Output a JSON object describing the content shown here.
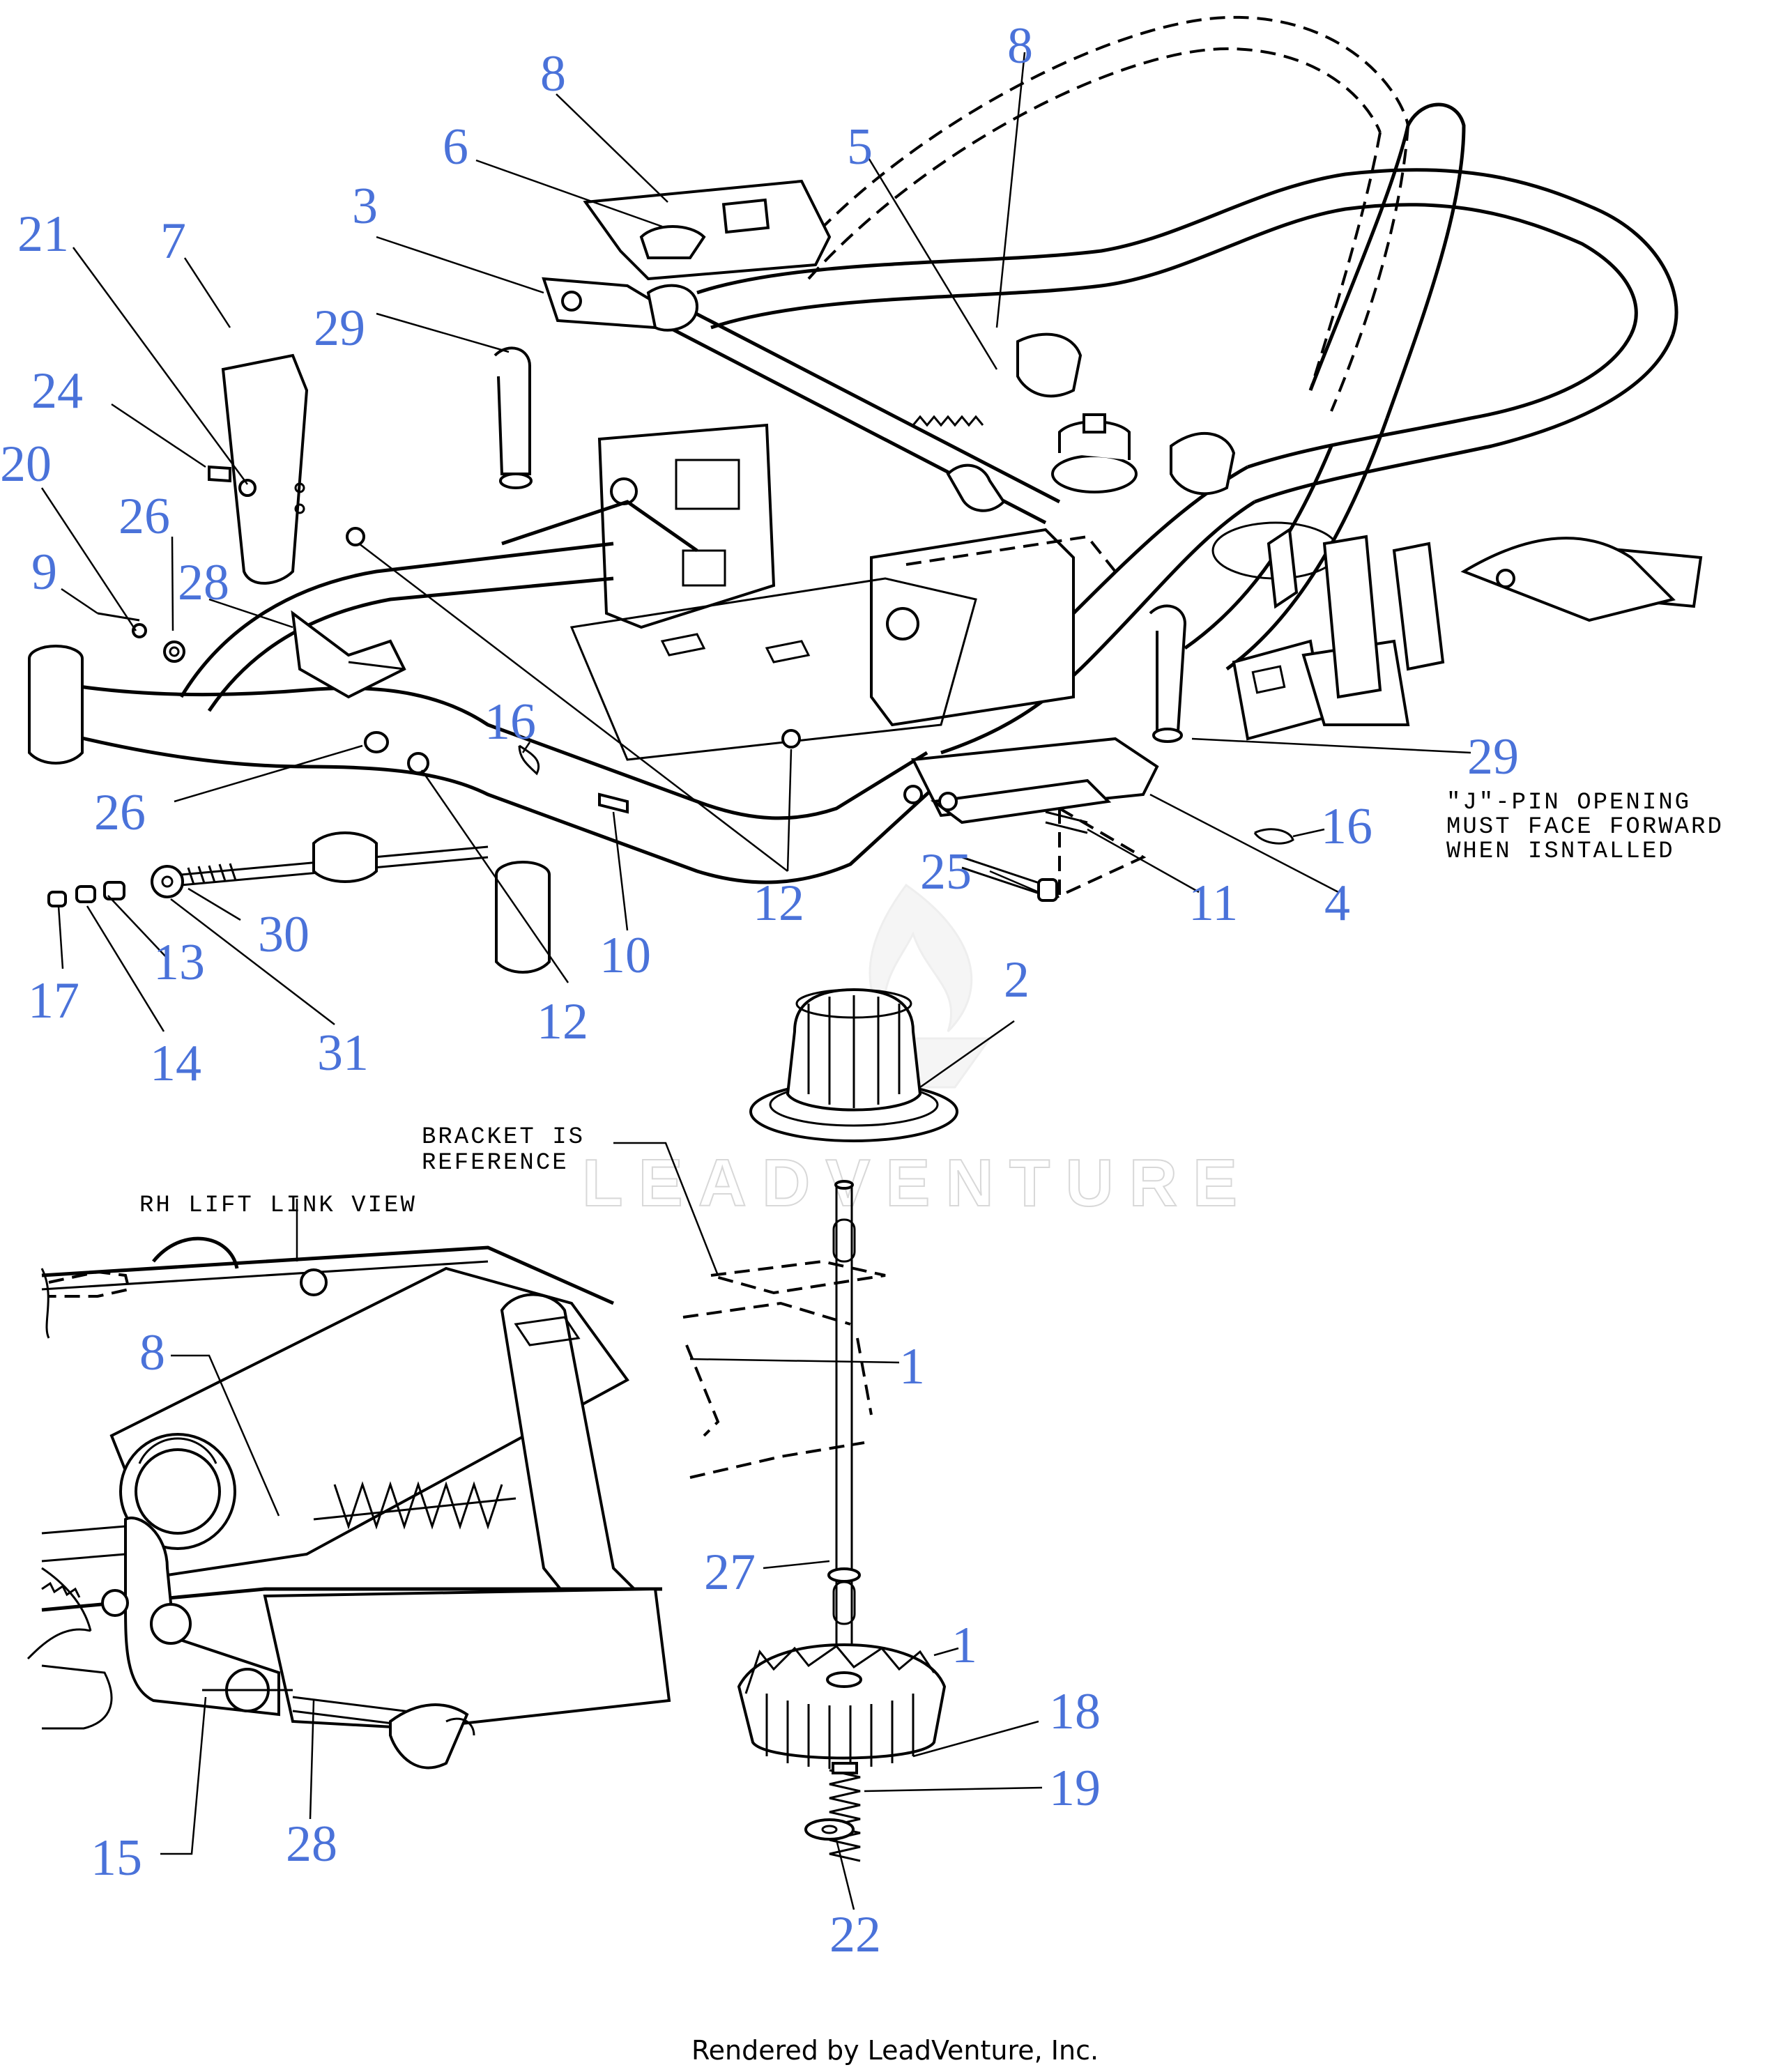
{
  "callouts": [
    {
      "id": "c8a",
      "label": "8"
    },
    {
      "id": "c8b",
      "label": "8"
    },
    {
      "id": "c6",
      "label": "6"
    },
    {
      "id": "c5",
      "label": "5"
    },
    {
      "id": "c3",
      "label": "3"
    },
    {
      "id": "c21",
      "label": "21"
    },
    {
      "id": "c7",
      "label": "7"
    },
    {
      "id": "c29a",
      "label": "29"
    },
    {
      "id": "c24",
      "label": "24"
    },
    {
      "id": "c20",
      "label": "20"
    },
    {
      "id": "c26a",
      "label": "26"
    },
    {
      "id": "c9",
      "label": "9"
    },
    {
      "id": "c28a",
      "label": "28"
    },
    {
      "id": "c16a",
      "label": "16"
    },
    {
      "id": "c29b",
      "label": "29"
    },
    {
      "id": "c16b",
      "label": "16"
    },
    {
      "id": "c26b",
      "label": "26"
    },
    {
      "id": "c25",
      "label": "25"
    },
    {
      "id": "c11",
      "label": "11"
    },
    {
      "id": "c4",
      "label": "4"
    },
    {
      "id": "c12a",
      "label": "12"
    },
    {
      "id": "c30",
      "label": "30"
    },
    {
      "id": "c13",
      "label": "13"
    },
    {
      "id": "c10",
      "label": "10"
    },
    {
      "id": "c17",
      "label": "17"
    },
    {
      "id": "c12b",
      "label": "12"
    },
    {
      "id": "c31",
      "label": "31"
    },
    {
      "id": "c14",
      "label": "14"
    },
    {
      "id": "c2",
      "label": "2"
    },
    {
      "id": "c8c",
      "label": "8"
    },
    {
      "id": "c1a",
      "label": "1"
    },
    {
      "id": "c27",
      "label": "27"
    },
    {
      "id": "c1b",
      "label": "1"
    },
    {
      "id": "c18",
      "label": "18"
    },
    {
      "id": "c19",
      "label": "19"
    },
    {
      "id": "c15",
      "label": "15"
    },
    {
      "id": "c28b",
      "label": "28"
    },
    {
      "id": "c22",
      "label": "22"
    }
  ],
  "notes": {
    "jpin_line1": "\"J\"-PIN OPENING",
    "jpin_line2": "MUST FACE FORWARD",
    "jpin_line3": "WHEN ISNTALLED",
    "bracket_line1": "BRACKET IS",
    "bracket_line2": "REFERENCE",
    "rh_view": "RH LIFT LINK VIEW"
  },
  "watermark": "LEADVENTURE",
  "footer": "Rendered by LeadVenture, Inc.",
  "colors": {
    "callout": "#4a72d9",
    "linework": "#000000",
    "watermark": "#d8d8d8"
  }
}
